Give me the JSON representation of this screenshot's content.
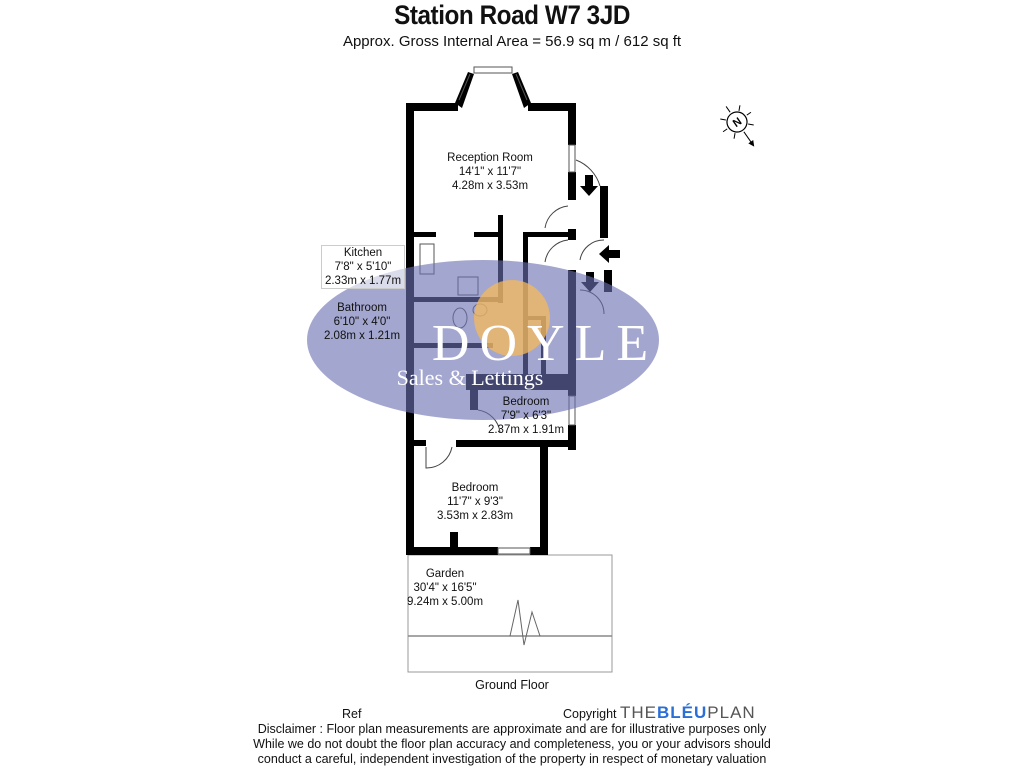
{
  "header": {
    "title": "Station Road  W7 3JD",
    "subtitle": "Approx. Gross Internal Area = 56.9 sq m / 612 sq ft"
  },
  "rooms": [
    {
      "name": "Reception Room",
      "imperial": "14'1\" x 11'7\"",
      "metric": "4.28m x 3.53m"
    },
    {
      "name": "Kitchen",
      "imperial": "7'8\" x 5'10\"",
      "metric": "2.33m x 1.77m"
    },
    {
      "name": "Bathroom",
      "imperial": "6'10\" x 4'0\"",
      "metric": "2.08m x 1.21m"
    },
    {
      "name": "Bedroom",
      "imperial": "7'9\" x 6'3\"",
      "metric": "2.37m x 1.91m"
    },
    {
      "name": "Bedroom",
      "imperial": "11'7\" x 9'3\"",
      "metric": "3.53m x 2.83m"
    },
    {
      "name": "Garden",
      "imperial": "30'4\" x 16'5\"",
      "metric": "9.24m x 5.00m"
    }
  ],
  "floor_label": "Ground Floor",
  "compass": {
    "icon": "north-compass-icon",
    "letter": "N"
  },
  "watermark": {
    "text": "DOYLE",
    "tagline": "Sales & Lettings",
    "color": "#6b6fb0",
    "accent": "#f5b85a"
  },
  "footer": {
    "ref_label": "Ref",
    "copyright_label": "Copyright",
    "brand_pre": "THE",
    "brand_mid": "BLÉU",
    "brand_post": "PLAN",
    "brand_color": "#2a6fd6",
    "disclaimer": [
      "Disclaimer : Floor plan measurements are approximate and are for illustrative purposes only",
      "While we do not doubt the floor plan accuracy and completeness, you or your advisors should",
      "conduct a careful, independent investigation of the property in respect of monetary valuation"
    ]
  }
}
